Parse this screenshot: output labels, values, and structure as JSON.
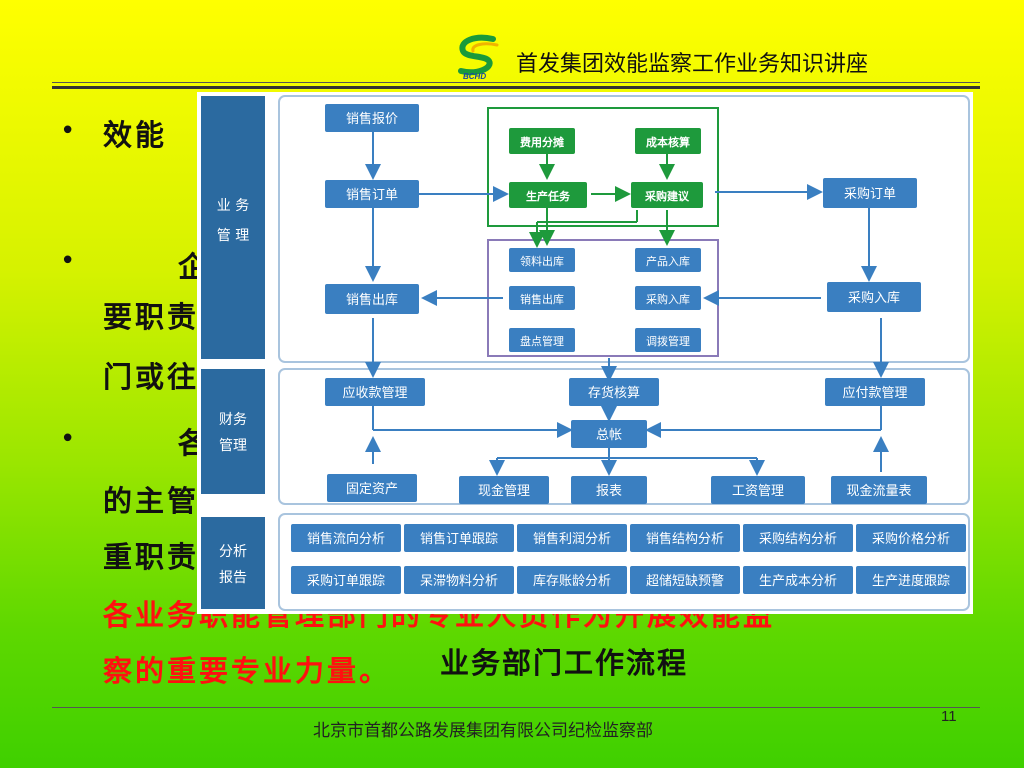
{
  "header": {
    "title": "首发集团效能监察工作业务知识讲座",
    "logo_text": "BCHD"
  },
  "body": {
    "line1": "效能",
    "line2": "企",
    "line3": "要职责",
    "line4": "门或往",
    "line5": "各",
    "line6": "的主管",
    "line7": "重职责",
    "line8_red": "各业务职能管理部门的专业人员作为开展效能监",
    "line9_red": "察的重要专业力量。"
  },
  "diagram": {
    "caption": "业务部门工作流程",
    "sections": {
      "business": "业 务\n管 理",
      "finance": "财务\n管理",
      "analysis": "分析\n报告"
    },
    "nodes": {
      "sales_quote": "销售报价",
      "sales_order": "销售订单",
      "sales_out": "销售出库",
      "cost_alloc": "费用分摊",
      "cost_calc": "成本核算",
      "prod_task": "生产任务",
      "purch_suggest": "采购建议",
      "material_out": "领料出库",
      "product_in": "产品入库",
      "sales_out2": "销售出库",
      "purch_in2": "采购入库",
      "stock_check": "盘点管理",
      "transfer": "调拨管理",
      "purch_order": "采购订单",
      "purch_in": "采购入库",
      "receivable": "应收款管理",
      "inventory": "存货核算",
      "payable": "应付款管理",
      "ledger": "总帐",
      "fixed_assets": "固定资产",
      "cash": "现金管理",
      "report": "报表",
      "salary": "工资管理",
      "cashflow": "现金流量表"
    },
    "analysis_row1": [
      "销售流向分析",
      "销售订单跟踪",
      "销售利润分析",
      "销售结构分析",
      "采购结构分析",
      "采购价格分析"
    ],
    "analysis_row2": [
      "采购订单跟踪",
      "呆滞物料分析",
      "库存账龄分析",
      "超储短缺预警",
      "生产成本分析",
      "生产进度跟踪"
    ]
  },
  "footer": {
    "org": "北京市首都公路发展集团有限公司纪检监察部",
    "page": "11"
  },
  "colors": {
    "node_blue": "#3a7fc1",
    "node_green": "#1e9a3c",
    "sidebar": "#2b6aa0",
    "red_text": "#ff1010"
  }
}
